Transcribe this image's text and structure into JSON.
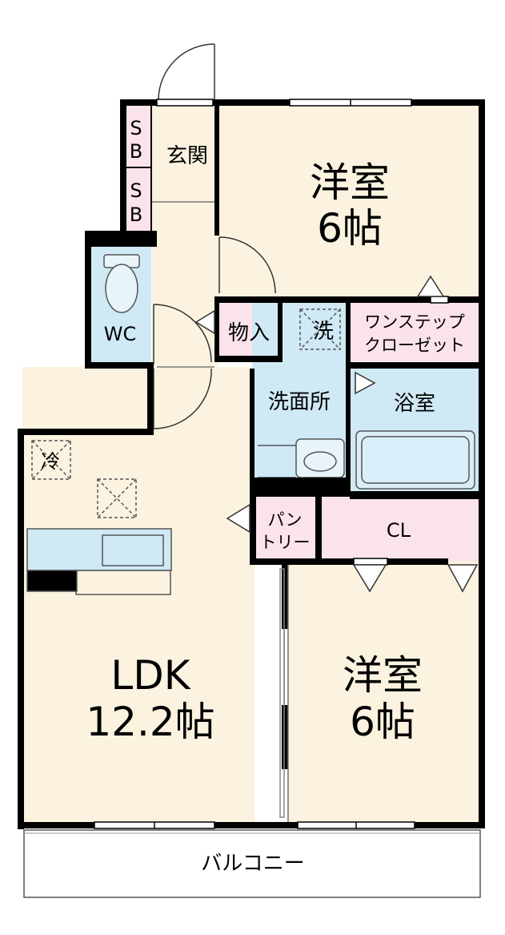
{
  "rooms": {
    "western_room_top": {
      "name": "洋室",
      "size": "6帖"
    },
    "western_room_bottom": {
      "name": "洋室",
      "size": "6帖"
    },
    "ldk": {
      "name": "LDK",
      "size": "12.2帖"
    },
    "entrance": {
      "name": "玄関"
    },
    "shoe_box": {
      "line1": "S",
      "line2": "B"
    },
    "wc": {
      "name": "WC"
    },
    "storage": {
      "name": "物入"
    },
    "washer": {
      "name": "洗"
    },
    "one_step_closet": {
      "line1": "ワンステップ",
      "line2": "クローゼット"
    },
    "washroom": {
      "name": "洗面所"
    },
    "bathroom": {
      "name": "浴室"
    },
    "fridge": {
      "name": "冷"
    },
    "pantry": {
      "line1": "パン",
      "line2": "トリー"
    },
    "closet": {
      "name": "CL"
    },
    "balcony": {
      "name": "バルコニー"
    }
  },
  "colors": {
    "floor": "#fbf3e0",
    "wet_area": "#cfe9f5",
    "storage": "#fbe3ec",
    "wall": "#000000",
    "balcony": "#ffffff"
  }
}
